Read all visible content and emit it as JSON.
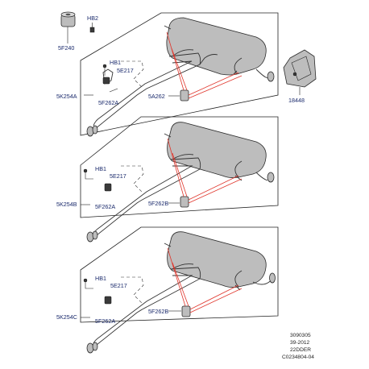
{
  "labels": {
    "hb2": "HB2",
    "p5f240": "5F240",
    "p18448": "18448",
    "s1_hb1": "HB1",
    "s1_5e217": "5E217",
    "s1_5k254": "5K254A",
    "s1_5f262": "5F262A",
    "s1_5a262": "5A262",
    "s2_hb1": "HB1",
    "s2_5e217": "5E217",
    "s2_5k254": "5K254B",
    "s2_5f262a": "5F262A",
    "s2_5f262b": "5F262B",
    "s3_hb1": "HB1",
    "s3_5e217": "5E217",
    "s3_5k254": "5K254C",
    "s3_5f262a": "5F262A",
    "s3_5f262b": "5F262B"
  },
  "reference": {
    "line1": "3090305",
    "line2": "39-2012",
    "line3": "22DDER",
    "line4": "C0234804-04"
  }
}
